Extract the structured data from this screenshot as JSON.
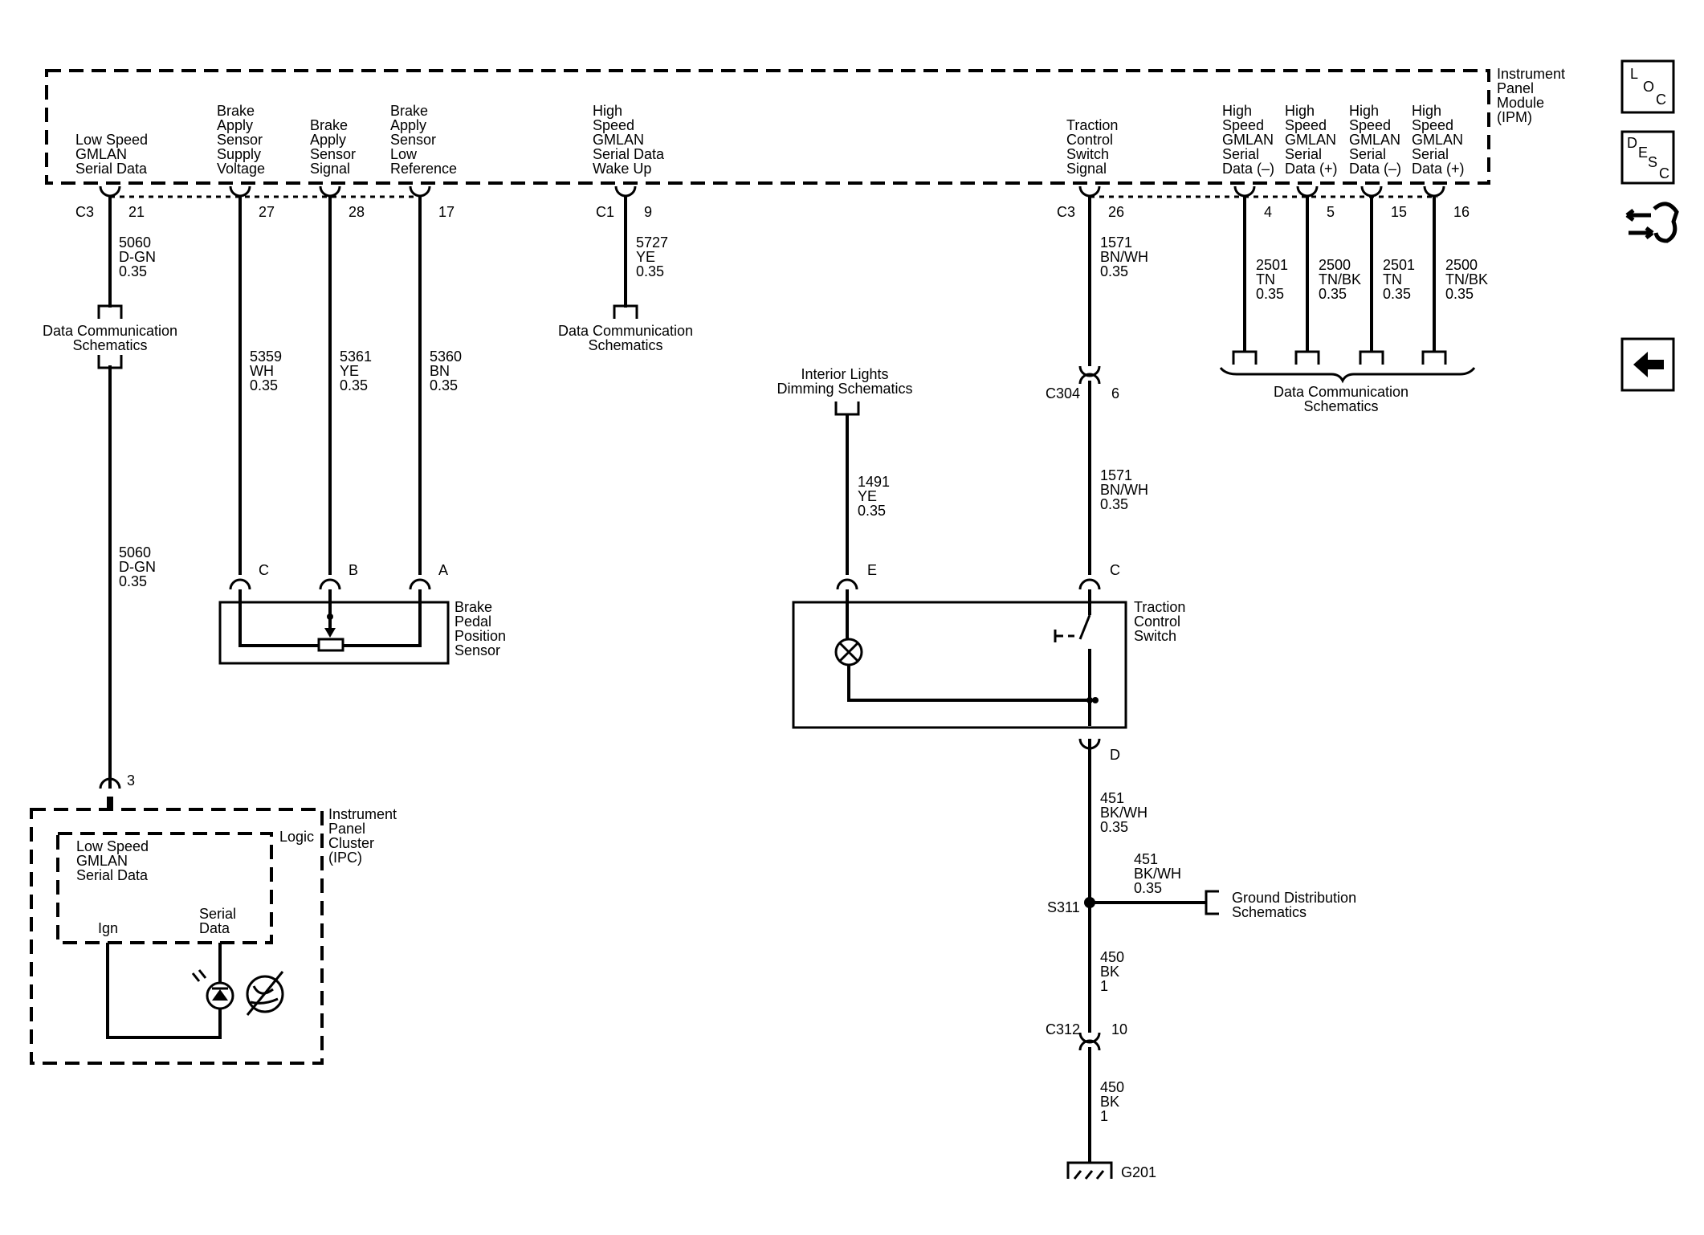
{
  "ipm": {
    "name": [
      "Instrument",
      "Panel",
      "Module",
      "(IPM)"
    ],
    "pins": [
      {
        "label": [
          "Low Speed",
          "GMLAN",
          "Serial Data"
        ],
        "conn": "C3",
        "pin": "21"
      },
      {
        "label": [
          "Brake",
          "Apply",
          "Sensor",
          "Supply",
          "Voltage"
        ],
        "pin": "27"
      },
      {
        "label": [
          "Brake",
          "Apply",
          "Sensor",
          "Signal"
        ],
        "pin": "28"
      },
      {
        "label": [
          "Brake",
          "Apply",
          "Sensor",
          "Low",
          "Reference"
        ],
        "pin": "17"
      },
      {
        "label": [
          "High",
          "Speed",
          "GMLAN",
          "Serial Data",
          "Wake Up"
        ],
        "conn": "C1",
        "pin": "9"
      },
      {
        "label": [
          "Traction",
          "Control",
          "Switch",
          "Signal"
        ],
        "conn": "C3",
        "pin": "26"
      },
      {
        "label": [
          "High",
          "Speed",
          "GMLAN",
          "Serial",
          "Data (–)"
        ],
        "pin": "4"
      },
      {
        "label": [
          "High",
          "Speed",
          "GMLAN",
          "Serial",
          "Data (+)"
        ],
        "pin": "5"
      },
      {
        "label": [
          "High",
          "Speed",
          "GMLAN",
          "Serial",
          "Data (–)"
        ],
        "pin": "15"
      },
      {
        "label": [
          "High",
          "Speed",
          "GMLAN",
          "Serial",
          "Data (+)"
        ],
        "pin": "16"
      }
    ]
  },
  "wires": [
    [
      "5060",
      "D-GN",
      "0.35"
    ],
    [
      "5359",
      "WH",
      "0.35"
    ],
    [
      "5361",
      "YE",
      "0.35"
    ],
    [
      "5360",
      "BN",
      "0.35"
    ],
    [
      "5727",
      "YE",
      "0.35"
    ],
    [
      "1571",
      "BN/WH",
      "0.35"
    ],
    [
      "2501",
      "TN",
      "0.35"
    ],
    [
      "2500",
      "TN/BK",
      "0.35"
    ],
    [
      "2501",
      "TN",
      "0.35"
    ],
    [
      "2500",
      "TN/BK",
      "0.35"
    ],
    [
      "5060",
      "D-GN",
      "0.35"
    ],
    [
      "1571",
      "BN/WH",
      "0.35"
    ],
    [
      "1491",
      "YE",
      "0.35"
    ],
    [
      "451",
      "BK/WH",
      "0.35"
    ],
    [
      "451",
      "BK/WH",
      "0.35"
    ],
    [
      "450",
      "BK",
      "1"
    ],
    [
      "450",
      "BK",
      "1"
    ]
  ],
  "refs": {
    "data_comm": [
      "Data Communication",
      "Schematics"
    ],
    "interior_lights": [
      "Interior Lights",
      "Dimming Schematics"
    ],
    "ground_dist": [
      "Ground Distribution",
      "Schematics"
    ]
  },
  "components": {
    "bpps": {
      "name": [
        "Brake",
        "Pedal",
        "Position",
        "Sensor"
      ],
      "pins": [
        "C",
        "B",
        "A"
      ]
    },
    "tcs": {
      "name": [
        "Traction",
        "Control",
        "Switch"
      ],
      "pin_e": "E",
      "pin_c": "C",
      "pin_d": "D"
    },
    "ipc": {
      "name": [
        "Instrument",
        "Panel",
        "Cluster",
        "(IPC)"
      ],
      "pin": "3",
      "logic": "Logic",
      "inner": [
        "Low Speed",
        "GMLAN",
        "Serial Data"
      ],
      "ign": "Ign",
      "serial": [
        "Serial",
        "Data"
      ]
    }
  },
  "connectors": {
    "c304": "C304",
    "c304_pin": "6",
    "s311": "S311",
    "c312": "C312",
    "c312_pin": "10",
    "g201": "G201"
  },
  "nav": {
    "loc": [
      "L",
      "O",
      "C"
    ],
    "desc": [
      "D",
      "E",
      "S",
      "C"
    ],
    "tools_icon": "wrench-arrows-icon",
    "back_icon": "arrow-left-icon"
  }
}
